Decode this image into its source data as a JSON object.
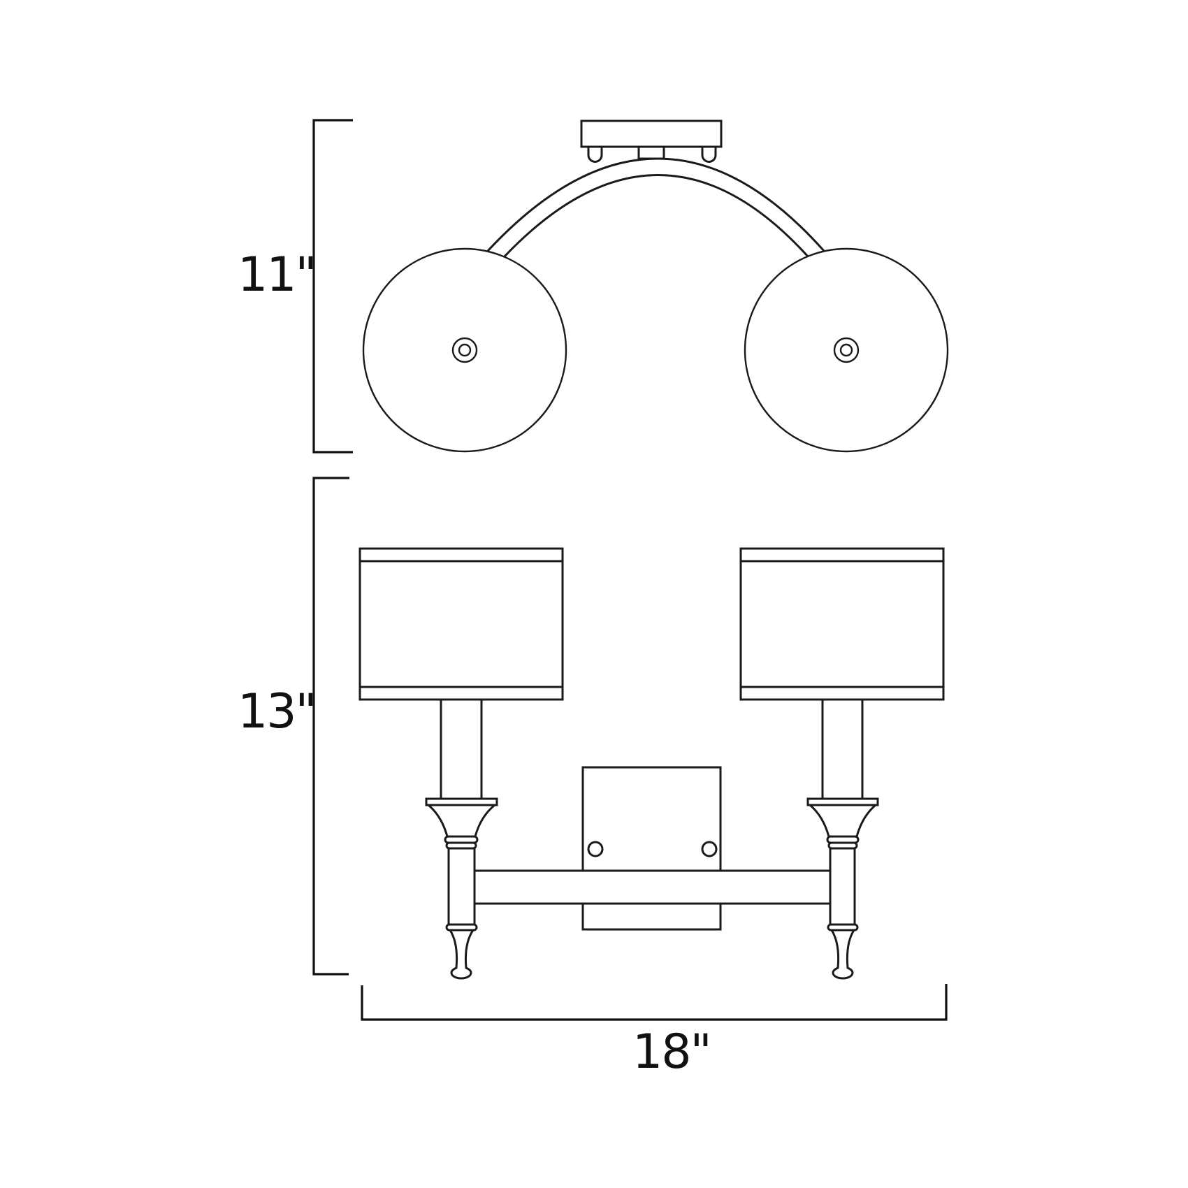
{
  "diagram": {
    "type": "product dimension drawing",
    "subject": "two-light wall sconce with drum shades",
    "views": [
      {
        "name": "top view",
        "dimension": {
          "label": "11\"",
          "axis": "depth"
        }
      },
      {
        "name": "front view",
        "dimension": {
          "label": "13\"",
          "axis": "height"
        }
      }
    ],
    "width_dimension": {
      "label": "18\"",
      "axis": "width"
    },
    "colors": {
      "line": "#1a1a1a",
      "background": "#ffffff"
    }
  },
  "labels": {
    "depth": "11\"",
    "height": "13\"",
    "width": "18\""
  }
}
